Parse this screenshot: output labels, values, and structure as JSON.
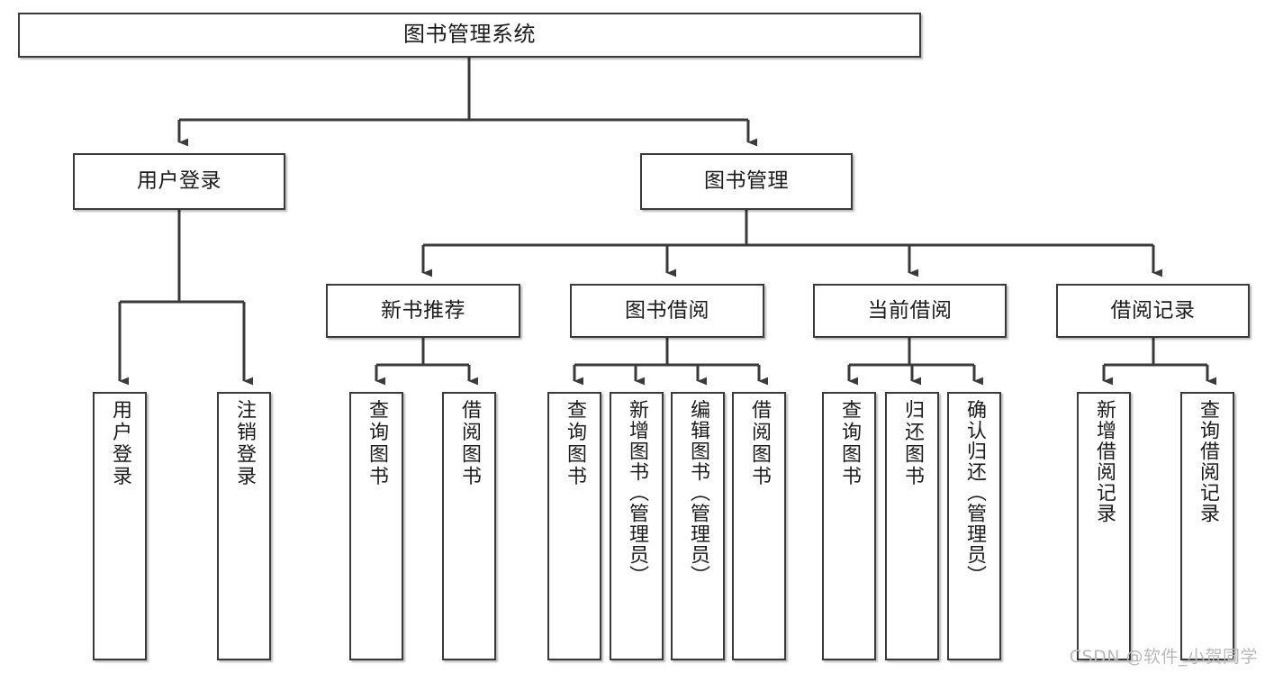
{
  "diagram": {
    "title": "图书管理系统",
    "type": "tree-hierarchy-diagram",
    "watermark": "CSDN @软件_小贺同学",
    "colors": {
      "background": "#ffffff",
      "box_border": "#3a3a3a",
      "connector": "#3a3a3a",
      "text": "#1b1b1b",
      "watermark": "#b9b9b9"
    },
    "root": {
      "label": "图书管理系统"
    },
    "level2": [
      {
        "id": "user-login",
        "label": "用户登录"
      },
      {
        "id": "book-management",
        "label": "图书管理"
      }
    ],
    "level3": [
      {
        "id": "new-book-recommend",
        "label": "新书推荐"
      },
      {
        "id": "book-borrow",
        "label": "图书借阅"
      },
      {
        "id": "current-borrow",
        "label": "当前借阅"
      },
      {
        "id": "borrow-record",
        "label": "借阅记录"
      }
    ],
    "leaves": {
      "user_login": [
        {
          "id": "leaf-user-login",
          "label": "用户登录"
        },
        {
          "id": "leaf-logout",
          "label": "注销登录"
        }
      ],
      "new_book_recommend": [
        {
          "id": "leaf-query-book-1",
          "label": "查询图书"
        },
        {
          "id": "leaf-borrow-book-1",
          "label": "借阅图书"
        }
      ],
      "book_borrow": [
        {
          "id": "leaf-query-book-2",
          "label": "查询图书"
        },
        {
          "id": "leaf-add-book",
          "label": "新增图书（管理员）"
        },
        {
          "id": "leaf-edit-book",
          "label": "编辑图书（管理员）"
        },
        {
          "id": "leaf-borrow-book-2",
          "label": "借阅图书"
        }
      ],
      "current_borrow": [
        {
          "id": "leaf-query-book-3",
          "label": "查询图书"
        },
        {
          "id": "leaf-return-book",
          "label": "归还图书"
        },
        {
          "id": "leaf-confirm-return",
          "label": "确认归还（管理员）"
        }
      ],
      "borrow_record": [
        {
          "id": "leaf-add-record",
          "label": "新增借阅记录"
        },
        {
          "id": "leaf-query-record",
          "label": "查询借阅记录"
        }
      ]
    }
  }
}
